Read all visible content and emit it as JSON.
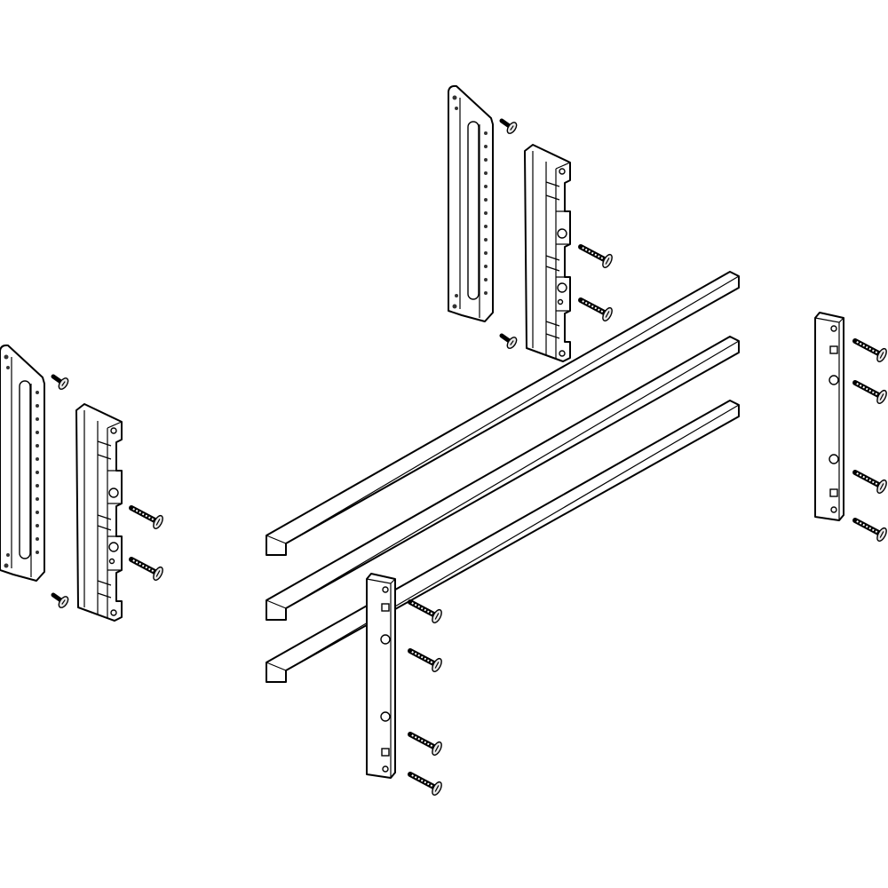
{
  "drawing": {
    "line_color": "#000000",
    "background": "#ffffff",
    "parts": [
      "mounting-bracket",
      "bar-holder-rail",
      "busbar",
      "connector-strip",
      "screw"
    ]
  }
}
